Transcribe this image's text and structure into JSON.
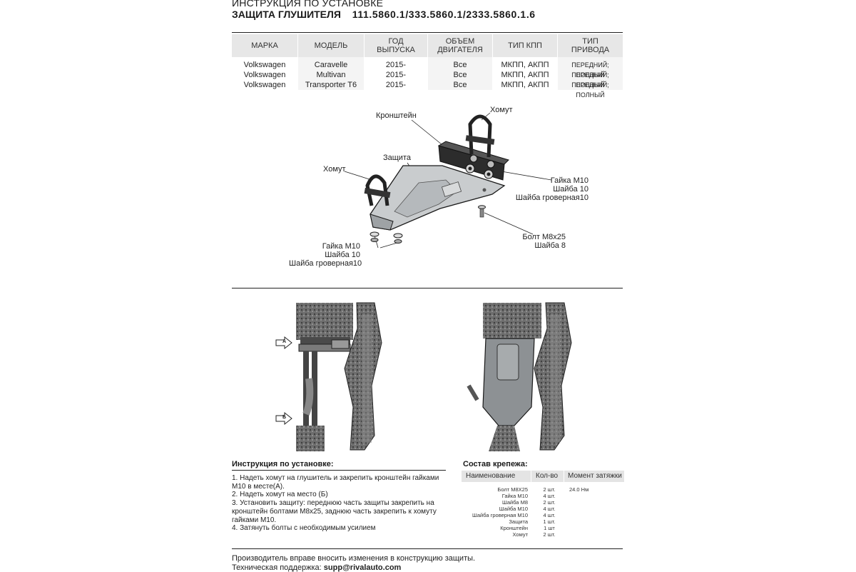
{
  "header": {
    "line1": "ИНСТРУКЦИЯ ПО УСТАНОВКЕ",
    "title": "ЗАЩИТА ГЛУШИТЕЛЯ",
    "codes": "111.5860.1/333.5860.1/2333.5860.1.6"
  },
  "table": {
    "columns": [
      "МАРКА",
      "МОДЕЛЬ",
      "ГОД ВЫПУСКА",
      "ОБЪЕМ ДВИГАТЕЛЯ",
      "ТИП КПП",
      "ТИП ПРИВОДА"
    ],
    "rows": [
      [
        "Volkswagen",
        "Caravelle",
        "2015-",
        "Все",
        "МКПП, АКПП",
        "ПЕРЕДНИЙ; ПОЛНЫЙ"
      ],
      [
        "Volkswagen",
        "Multivan",
        "2015-",
        "Все",
        "МКПП, АКПП",
        "ПЕРЕДНИЙ; ПОЛНЫЙ"
      ],
      [
        "Volkswagen",
        "Transporter T6",
        "2015-",
        "Все",
        "МКПП, АКПП",
        "ПЕРЕДНИЙ; ПОЛНЫЙ"
      ]
    ]
  },
  "diagram": {
    "bracket": "Кронштейн",
    "clamp_top": "Хомут",
    "guard": "Защита",
    "clamp_left": "Хомут",
    "right_nut": "Гайка М10",
    "right_washer": "Шайба 10",
    "right_spring": "Шайба гроверная10",
    "left_nut": "Гайка М10",
    "left_washer": "Шайба 10",
    "left_spring": "Шайба гроверная10",
    "bolt": "Болт М8х25",
    "bolt_washer": "Шайба 8"
  },
  "photos": {
    "marker_a": "A",
    "marker_b": "Б"
  },
  "instructions": {
    "title": "Инструкция по установке:",
    "steps": [
      "1. Надеть хомут на глушитель и закрепить кронштейн гайками М10 в месте(А).",
      "2. Надеть хомут на место (Б)",
      "3. Установить защиту: переднюю часть защиты закрепить на кронштейн болтами М8х25, заднюю часть закрепить к хомуту гайками М10.",
      "4. Затянуть болты с необходимым усилием"
    ]
  },
  "fasteners": {
    "title": "Состав крепежа:",
    "headers": [
      "Наименование",
      "Кол-во",
      "Момент затяжки"
    ],
    "rows": [
      [
        "Болт М8Х25",
        "2 шт.",
        "24.0 Нм"
      ],
      [
        "Гайка М10",
        "4 шт.",
        ""
      ],
      [
        "Шайба М8",
        "2 шт.",
        ""
      ],
      [
        "Шайба М10",
        "4 шт.",
        ""
      ],
      [
        "Шайба гроверная М10",
        "4 шт.",
        ""
      ],
      [
        "Защита",
        "1 шт.",
        ""
      ],
      [
        "Кронштейн",
        "1 шт",
        ""
      ],
      [
        "Хомут",
        "2 шт.",
        ""
      ]
    ]
  },
  "footer": {
    "line1": "Производитель вправе вносить изменения в конструкцию защиты.",
    "support_label": "Техническая поддержка:",
    "support_email": "supp@rivalauto.com"
  }
}
